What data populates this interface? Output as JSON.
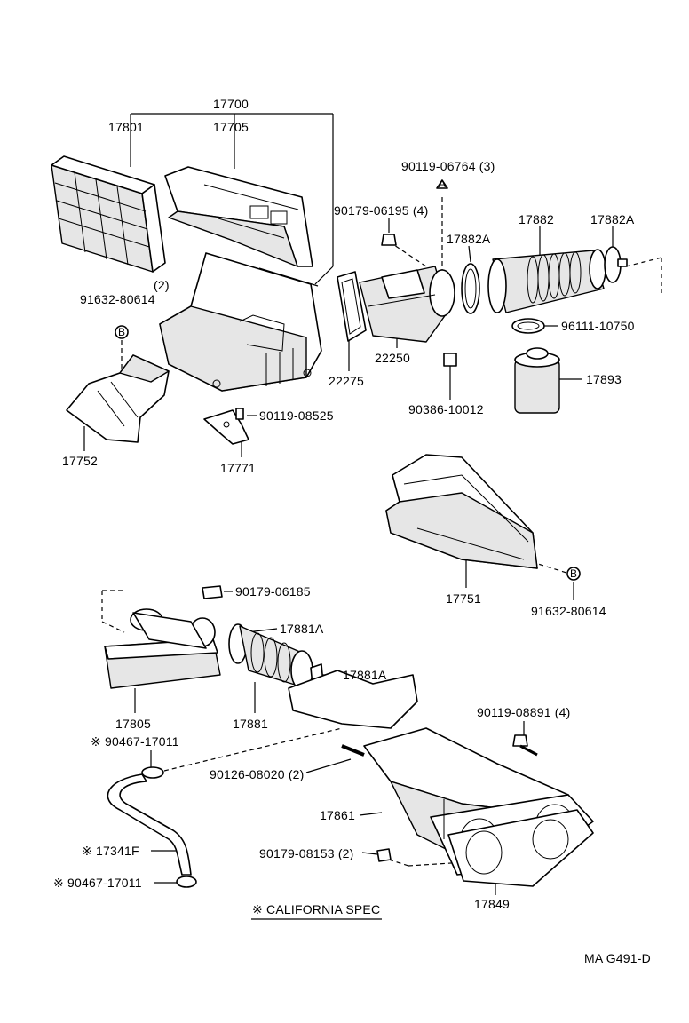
{
  "labels": {
    "p17700": "17700",
    "p17801": "17801",
    "p17705": "17705",
    "qty2_filter": "(2)",
    "p91632_top": "91632-80614",
    "p17752": "17752",
    "p90119_08525": "90119-08525",
    "p17771": "17771",
    "p90119_06764": "90119-06764 (3)",
    "p90179_06195": "90179-06195 (4)",
    "p17882A_left": "17882A",
    "p17882": "17882",
    "p17882A_right": "17882A",
    "p96111": "96111-10750",
    "p17893": "17893",
    "p22275": "22275",
    "p22250": "22250",
    "p90386": "90386-10012",
    "p17751": "17751",
    "p91632_right": "91632-80614",
    "p90179_06185": "90179-06185",
    "p17881A_top": "17881A",
    "p17881A_mid": "17881A",
    "p17805": "17805",
    "p17881": "17881",
    "p90119_08891": "90119-08891 (4)",
    "p90467_top": "※ 90467-17011",
    "p90126": "90126-08020 (2)",
    "p17861": "17861",
    "p17341F": "※ 17341F",
    "p90179_08153": "90179-08153 (2)",
    "p90467_bottom": "※ 90467-17011",
    "p17849": "17849",
    "california": "※ CALIFORNIA SPEC",
    "code": "MA  G491-D",
    "marker_A": "A",
    "marker_B_left": "B",
    "marker_B_right": "B"
  }
}
